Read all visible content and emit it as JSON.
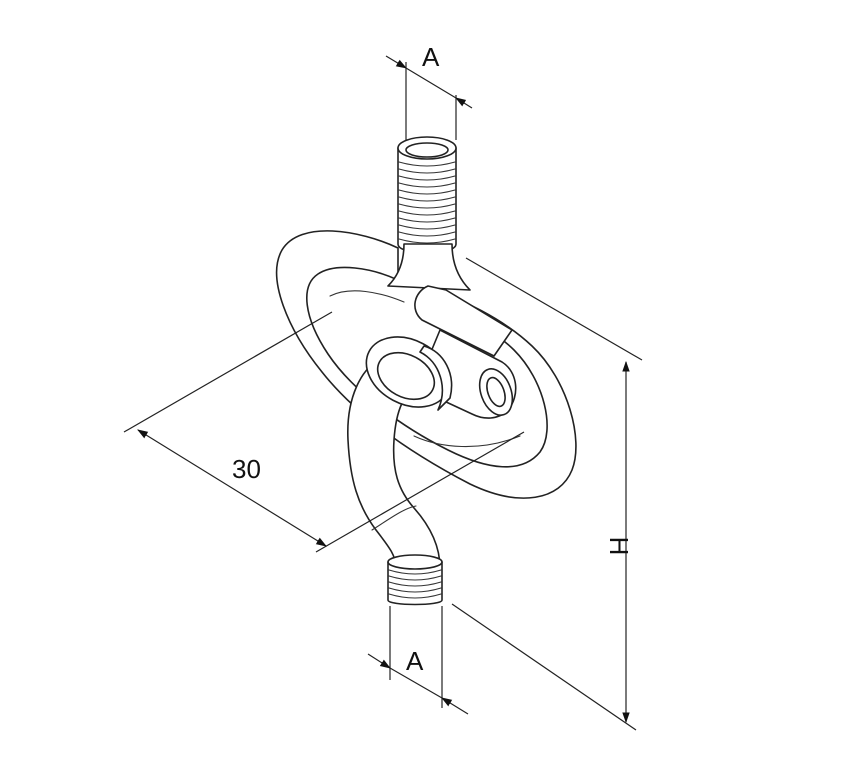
{
  "diagram": {
    "labels": {
      "top_width": "A",
      "bottom_width": "A",
      "length": "30",
      "height": "H"
    }
  }
}
